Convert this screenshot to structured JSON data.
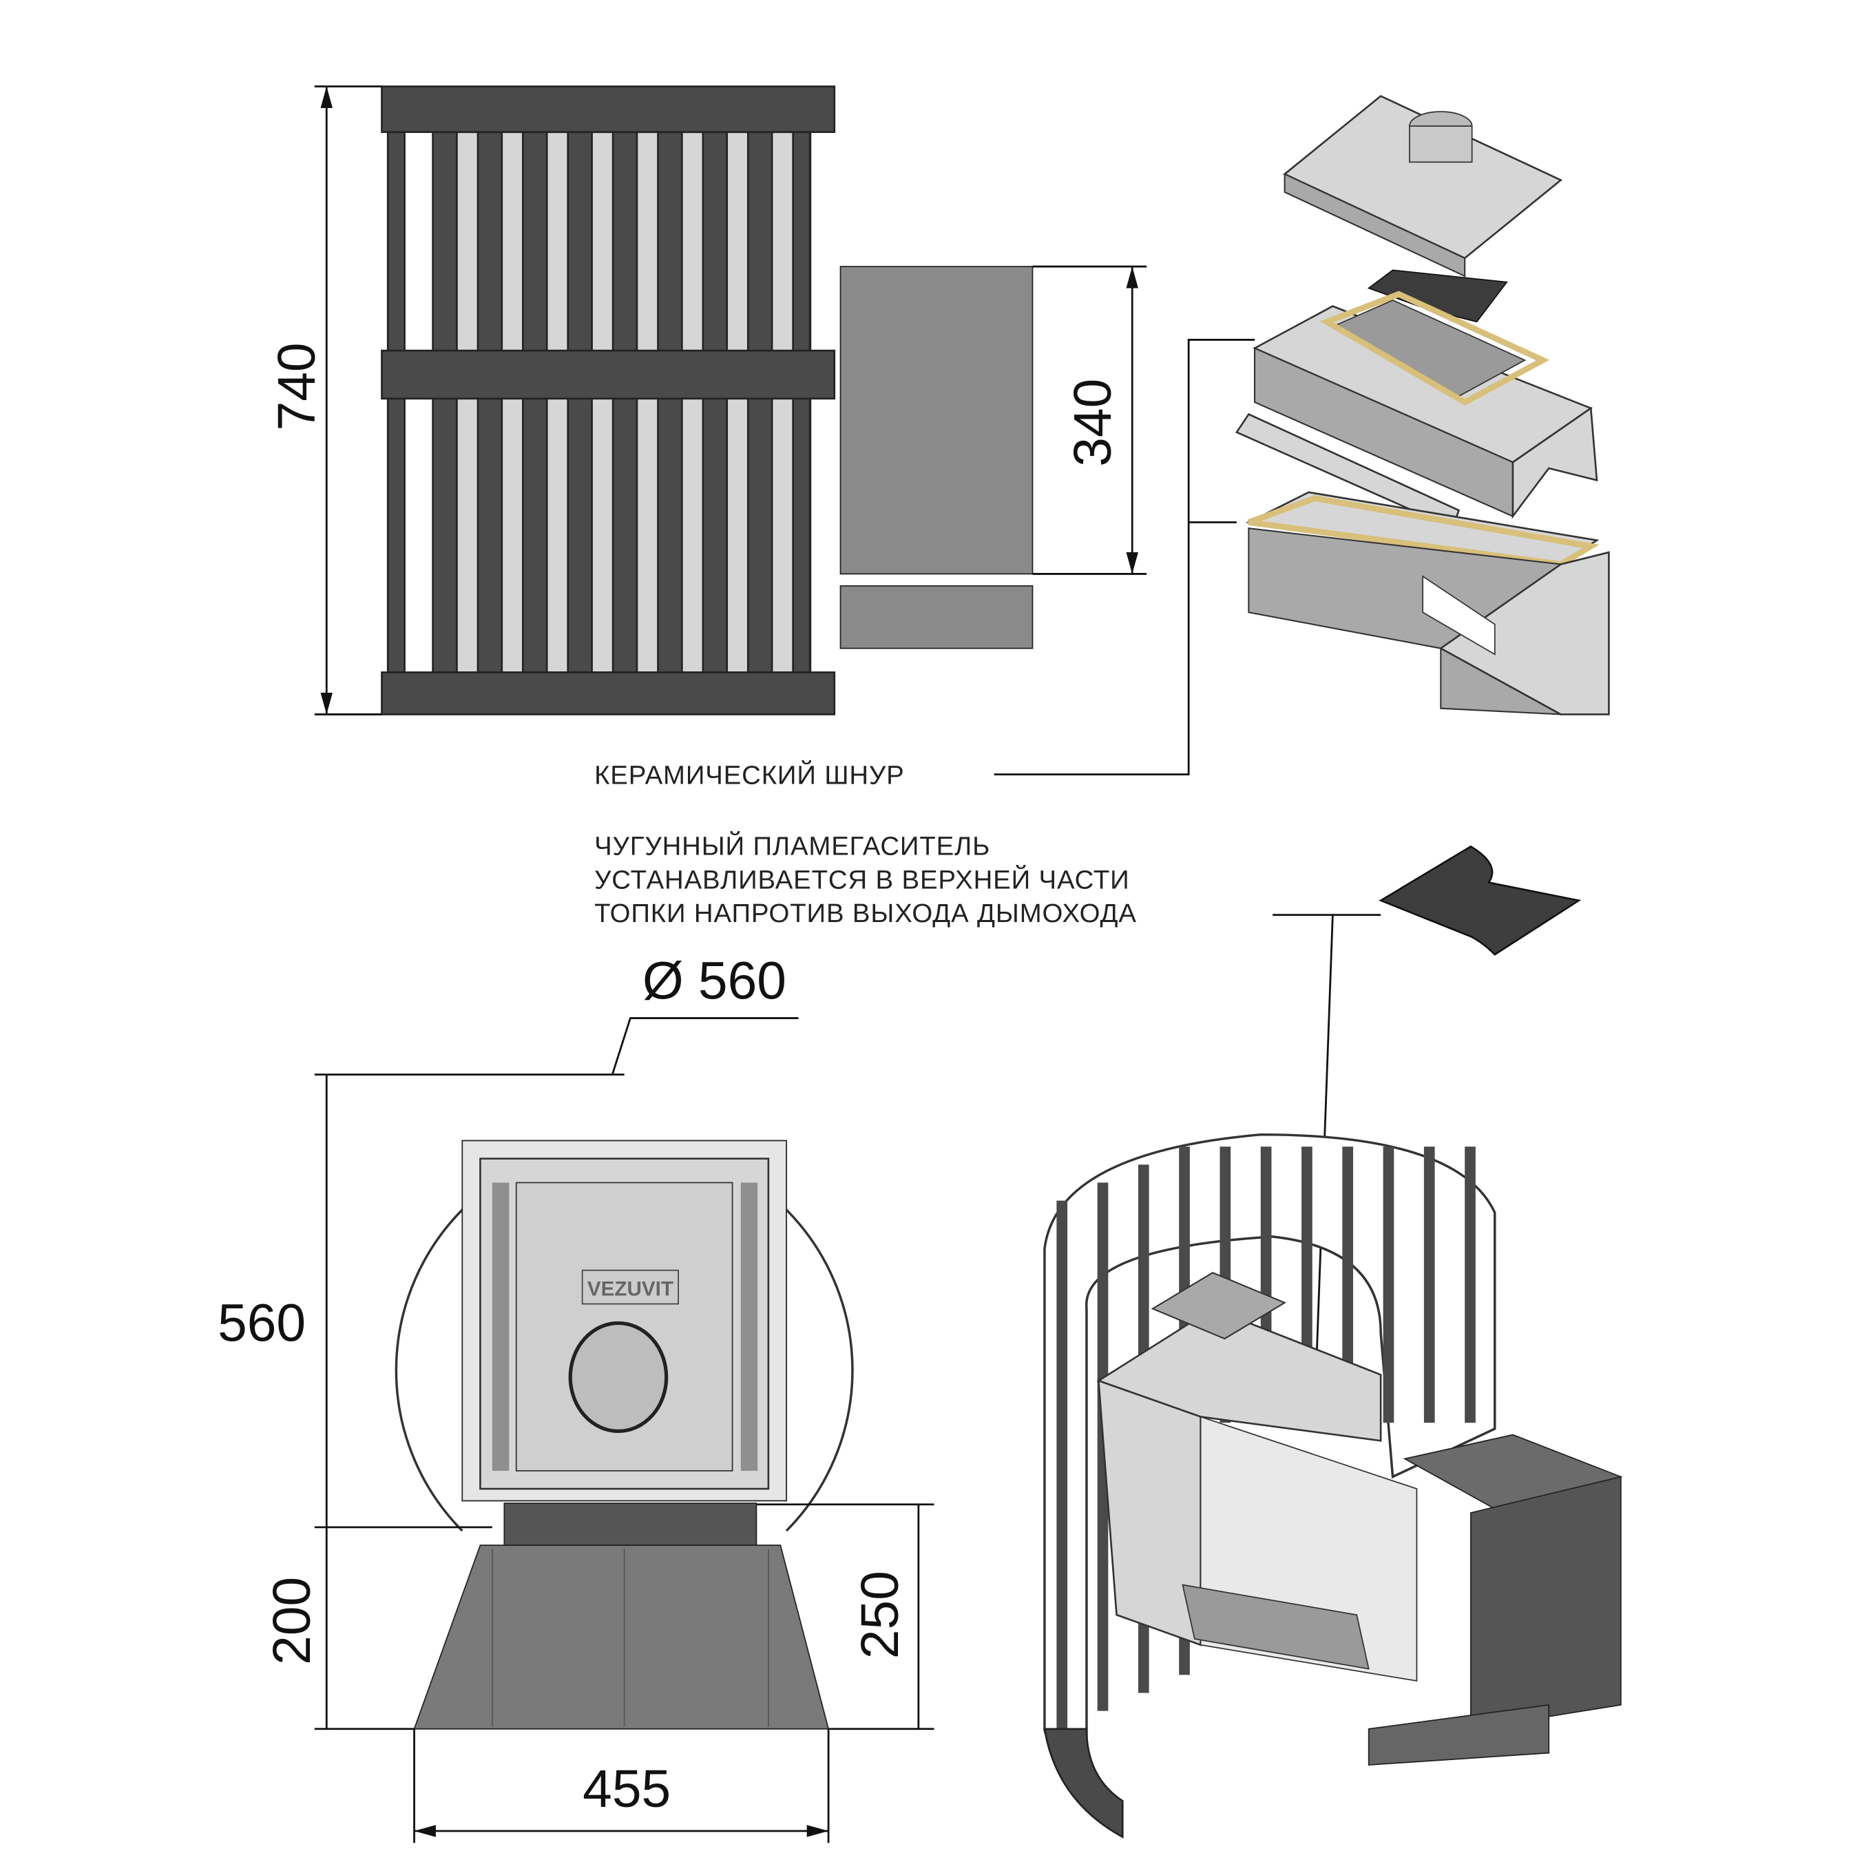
{
  "dimensions": {
    "height_total": "740",
    "chimney_box_height": "340",
    "diameter": "Ø 560",
    "body_height": "560",
    "base_height": "200",
    "base_height_side": "250",
    "base_width": "455"
  },
  "labels": {
    "ceramic_cord": "КЕРАМИЧЕСКИЙ ШНУР",
    "flame_arrester": [
      "ЧУГУННЫЙ ПЛАМЕГАСИТЕЛЬ",
      "УСТАНАВЛИВАЕТСЯ В ВЕРХНЕЙ ЧАСТИ",
      "ТОПКИ НАПРОТИВ ВЫХОДА ДЫМОХОДА"
    ]
  },
  "logo": "VEZUVIT",
  "colors": {
    "metal": "#4a4a4a",
    "cast_iron": "#d6d6d6",
    "ceramic_cord": "#d8c07a"
  }
}
